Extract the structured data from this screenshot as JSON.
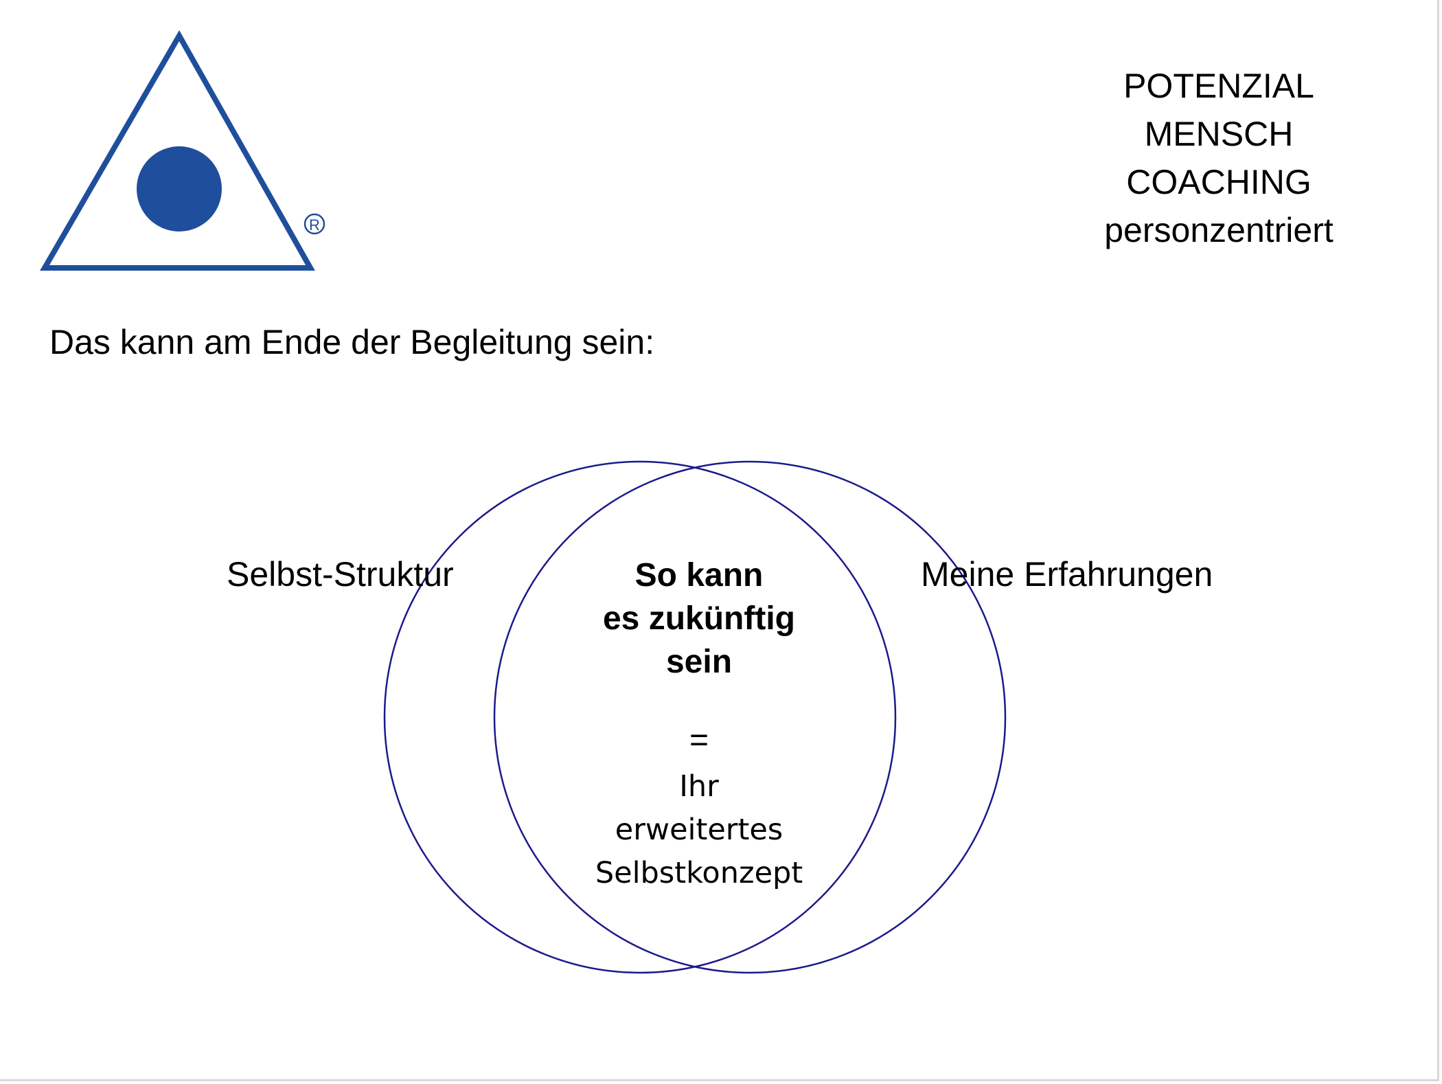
{
  "logo": {
    "icon": "triangle-with-dot-logo",
    "registered_mark": "®",
    "color": "#1f4e9c"
  },
  "brand": {
    "lines": [
      "POTENZIAL",
      "MENSCH",
      "COACHING",
      "personzentriert"
    ]
  },
  "intro": "Das kann am Ende der Begleitung sein:",
  "venn": {
    "circle_color": "#1a1a8c",
    "left_label": "Selbst-Struktur",
    "right_label": "Meine Erfahrungen",
    "center_bold": [
      "So kann",
      "es zukünftig",
      "sein"
    ],
    "equals": "=",
    "center_regular": [
      "Ihr",
      "erweitertes",
      "Selbstkonzept"
    ]
  }
}
